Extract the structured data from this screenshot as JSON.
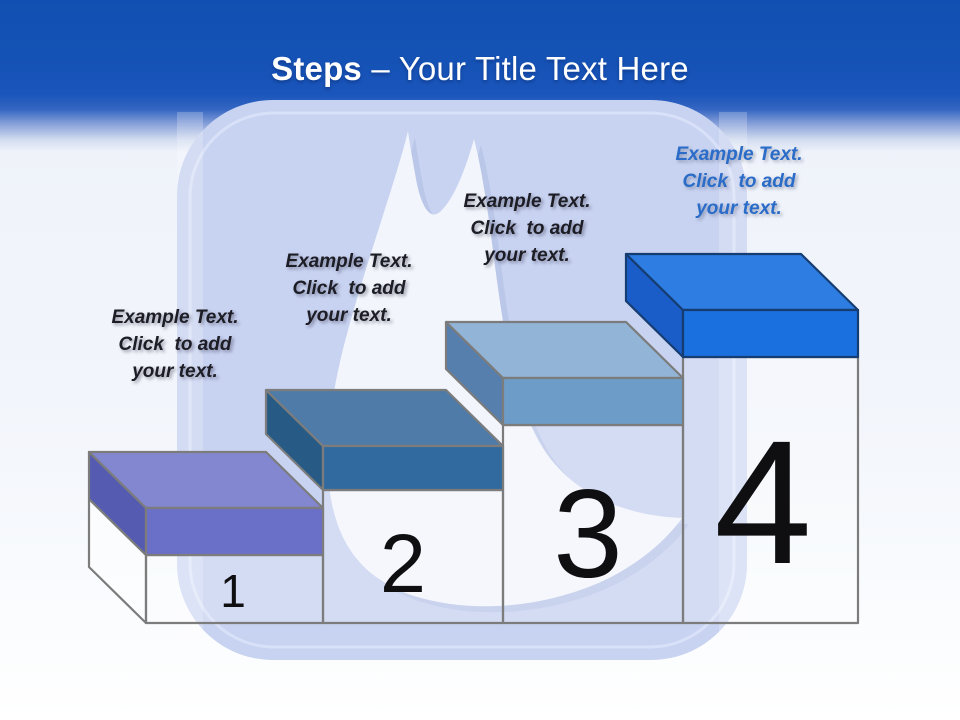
{
  "slide_title": {
    "bold": "Steps",
    "rest": "– Your Title Text Here"
  },
  "steps": [
    {
      "number": "1",
      "label": "Example Text.\nClick  to add\nyour text.",
      "label_color": "#1d1d26",
      "colors": {
        "top": "#8387cf",
        "front": "#6a6fc7",
        "side": "#555bb0",
        "outline": "#7c7c7c"
      }
    },
    {
      "number": "2",
      "label": "Example Text.\nClick  to add\nyour text.",
      "label_color": "#1d1d26",
      "colors": {
        "top": "#4e7ba8",
        "front": "#306a9e",
        "side": "#275b86",
        "outline": "#7c7c7c"
      }
    },
    {
      "number": "3",
      "label": "Example Text.\nClick  to add\nyour text.",
      "label_color": "#1d1d26",
      "colors": {
        "top": "#91b4d7",
        "front": "#6d9cc8",
        "side": "#567fae",
        "outline": "#7c7c7c"
      }
    },
    {
      "number": "4",
      "label": "Example Text.\nClick  to add\nyour text.",
      "label_color": "#2a6cc8",
      "colors": {
        "top": "#2e7de2",
        "front": "#1b70e0",
        "side": "#1a5dc8",
        "outline": "#163d72"
      }
    }
  ],
  "theme": {
    "header_blue": "#1150b2",
    "watermark_fill": "#c8d3f1",
    "watermark_inner_line": "#d9e1f8",
    "silhouette_fill": "#f2f5fb",
    "pedestal_outline": "#7c7c7c",
    "number_color": "#0f0f12"
  }
}
